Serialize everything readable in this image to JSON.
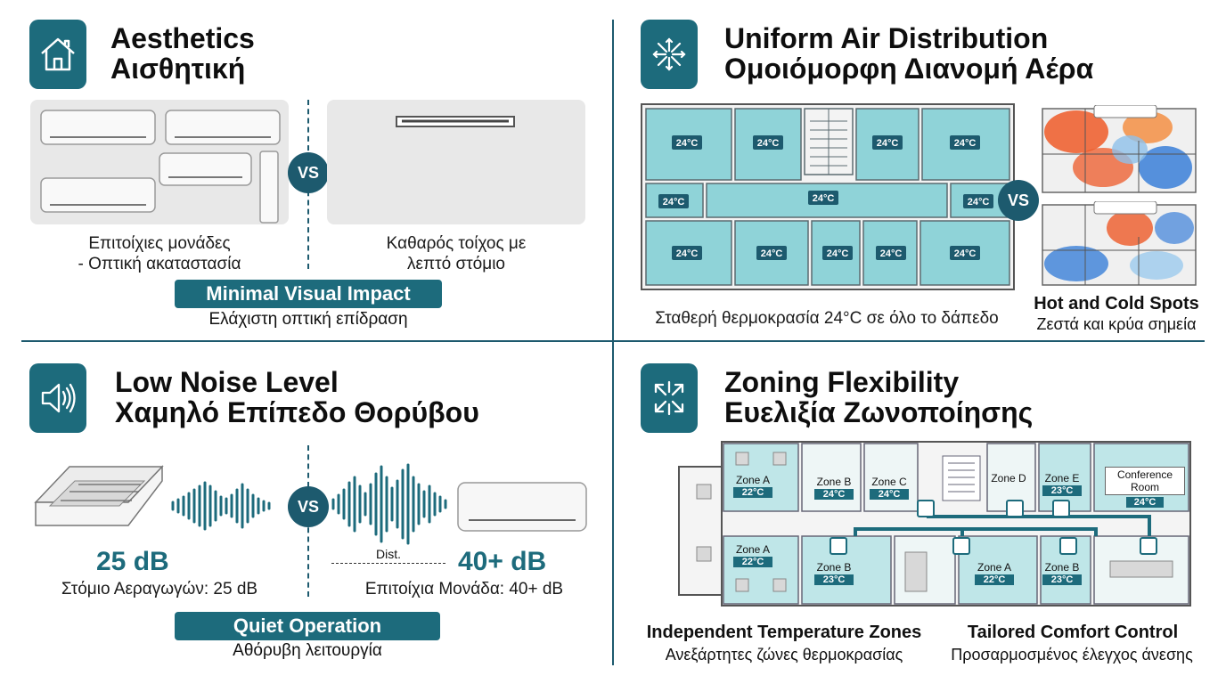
{
  "aesthetics": {
    "title_en": "Aesthetics",
    "title_gr": "Αισθητική",
    "icon": "house-icon",
    "left_caption_1": "Επιτοίχιες μονάδες",
    "left_caption_2": "- Οπτική ακαταστασία",
    "right_caption_1": "Καθαρός τοίχος με",
    "right_caption_2": "λεπτό στόμιο",
    "vs": "VS",
    "pill": "Minimal Visual Impact",
    "pill_sub": "Ελάχιστη οπτική επίδραση"
  },
  "uniform": {
    "title_en": "Uniform Air Distribution",
    "title_gr": "Ομοιόμορφη Διανομή Αέρα",
    "icon": "air-distribution-icon",
    "temp": "24°C",
    "vs": "VS",
    "caption": "Σταθερή θερμοκρασία 24°C σε όλο το δάπεδο",
    "hot_cold_en": "Hot and Cold Spots",
    "hot_cold_gr": "Ζεστά και κρύα σημεία"
  },
  "noise": {
    "title_en": "Low Noise Level",
    "title_gr": "Χαμηλό Επίπεδο Θορύβου",
    "icon": "speaker-icon",
    "left_db": "25 dB",
    "left_caption": "Στόμιο Αεραγωγών: 25 dB",
    "vs": "VS",
    "dist": "Dist.",
    "right_db": "40+ dB",
    "right_caption": "Επιτοίχια Μονάδα: 40+ dB",
    "pill": "Quiet Operation",
    "pill_sub": "Αθόρυβη λειτουργία"
  },
  "zoning": {
    "title_en": "Zoning Flexibility",
    "title_gr": "Ευελιξία Ζωνοποίησης",
    "icon": "expand-arrows-icon",
    "zones": [
      {
        "name": "Zone A",
        "temp": "22°C"
      },
      {
        "name": "Zone B",
        "temp": "24°C"
      },
      {
        "name": "Zone C",
        "temp": "24°C"
      },
      {
        "name": "Zone D",
        "temp": ""
      },
      {
        "name": "Zone E",
        "temp": "23°C"
      },
      {
        "name": "Conference Room",
        "temp": "24°C"
      },
      {
        "name": "Zone A",
        "temp": "22°C"
      },
      {
        "name": "Zone B",
        "temp": "23°C"
      },
      {
        "name": "Zone A",
        "temp": "22°C"
      },
      {
        "name": "Zone B",
        "temp": "23°C"
      }
    ],
    "left_en": "Independent Temperature Zones",
    "left_gr": "Ανεξάρτητες ζώνες θερμοκρασίας",
    "right_en": "Tailored Comfort Control",
    "right_gr": "Προσαρμοσμένος έλεγχος άνεσης"
  },
  "colors": {
    "teal": "#1d6b7c",
    "navy": "#1d5a6e",
    "room": "#8fd3d8",
    "hot": "#ee5a28",
    "cold": "#3a7fd8"
  }
}
